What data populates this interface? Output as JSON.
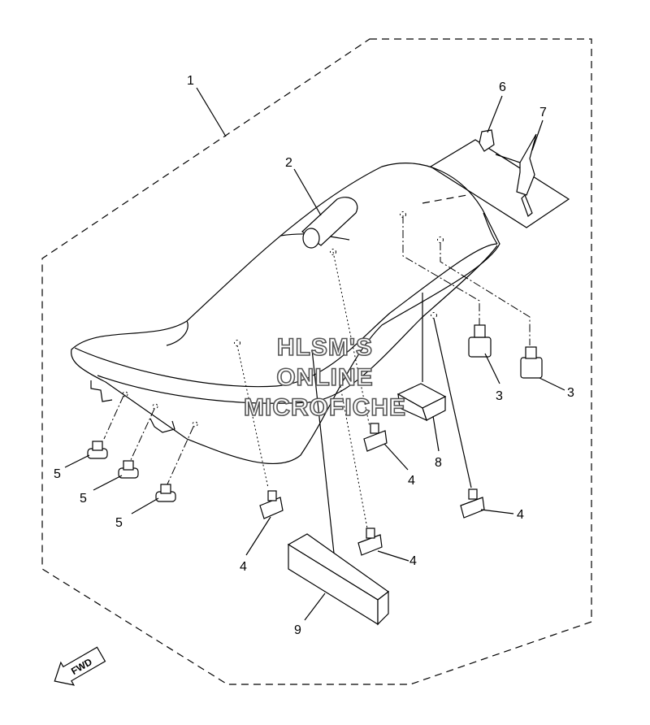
{
  "callouts": [
    {
      "id": "c1",
      "text": "1"
    },
    {
      "id": "c2",
      "text": "2"
    },
    {
      "id": "c3a",
      "text": "3"
    },
    {
      "id": "c3b",
      "text": "3"
    },
    {
      "id": "c4a",
      "text": "4"
    },
    {
      "id": "c4b",
      "text": "4"
    },
    {
      "id": "c4c",
      "text": "4"
    },
    {
      "id": "c4d",
      "text": "4"
    },
    {
      "id": "c5a",
      "text": "5"
    },
    {
      "id": "c5b",
      "text": "5"
    },
    {
      "id": "c5c",
      "text": "5"
    },
    {
      "id": "c6",
      "text": "6"
    },
    {
      "id": "c7",
      "text": "7"
    },
    {
      "id": "c8",
      "text": "8"
    },
    {
      "id": "c9",
      "text": "9"
    }
  ],
  "watermark": {
    "line1": "HLSM'S",
    "line2": "ONLINE",
    "line3": "MICROFICHE"
  },
  "direction_label": "FWD"
}
